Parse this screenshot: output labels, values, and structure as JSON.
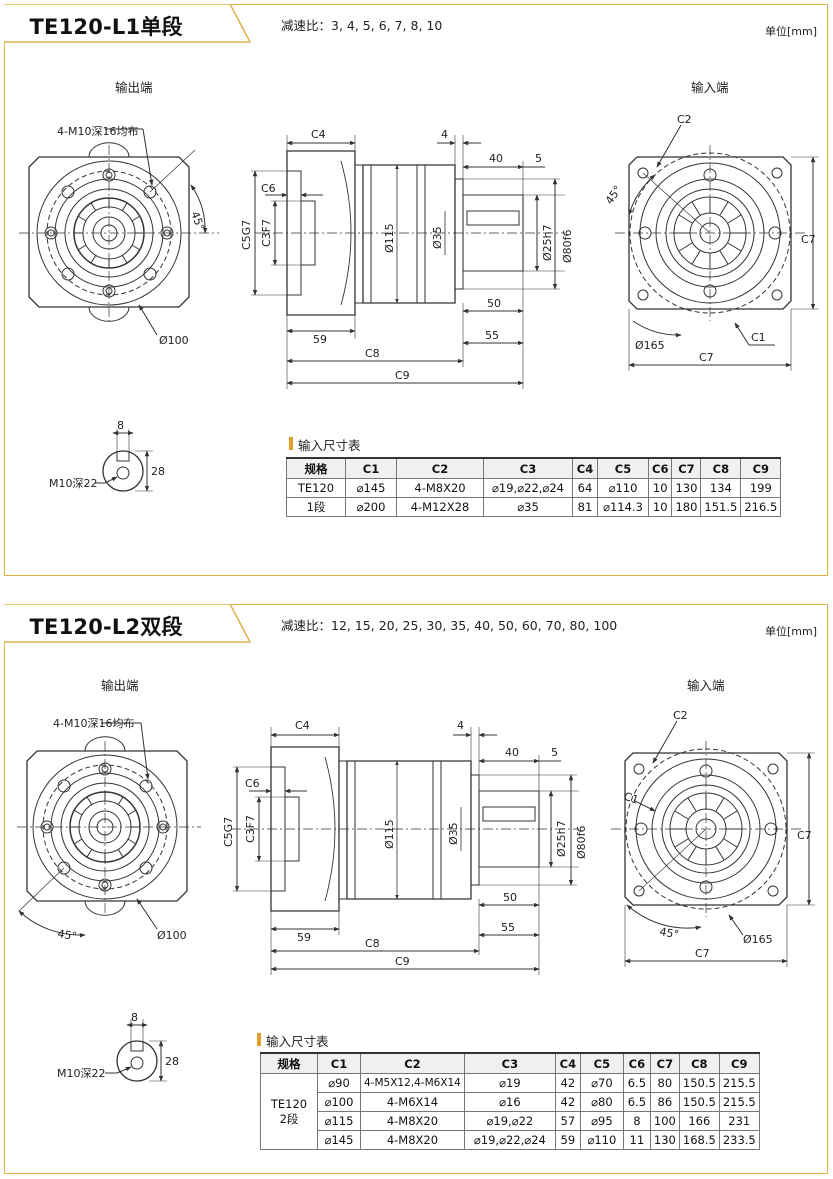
{
  "sections": [
    {
      "title": "TE120-L1单段",
      "ratio": "减速比：3, 4, 5, 6, 7, 8, 10",
      "unit": "单位[mm]",
      "output_label": "输出端",
      "input_label": "输入端",
      "labels": {
        "thread": "4-M10深16均布",
        "angle": "45°",
        "pcd": "Ø100",
        "c4": "C4",
        "c6": "C6",
        "c5": "C5G7",
        "c3": "C3F7",
        "d115": "Ø115",
        "d35": "Ø35",
        "d25": "Ø25h7",
        "d80": "Ø80f6",
        "dim4": "4",
        "dim40": "40",
        "dim5": "5",
        "dim50": "50",
        "dim59": "59",
        "dim55": "55",
        "c8": "C8",
        "c9": "C9",
        "c2": "C2",
        "c7": "C7",
        "c1": "C1",
        "d165": "Ø165",
        "key_w": "8",
        "key_h": "28",
        "key_thread": "M10深22"
      },
      "table_title": "输入尺寸表",
      "headers": [
        "规格",
        "C1",
        "C2",
        "C3",
        "C4",
        "C5",
        "C6",
        "C7",
        "C8",
        "C9"
      ],
      "rows": [
        [
          "TE120",
          "⌀145",
          "4-M8X20",
          "⌀19,⌀22,⌀24",
          "64",
          "⌀110",
          "10",
          "130",
          "134",
          "199"
        ],
        [
          "1段",
          "⌀200",
          "4-M12X28",
          "⌀35",
          "81",
          "⌀114.3",
          "10",
          "180",
          "151.5",
          "216.5"
        ]
      ]
    },
    {
      "title": "TE120-L2双段",
      "ratio": "减速比：12, 15, 20, 25, 30, 35, 40, 50, 60, 70, 80, 100",
      "unit": "单位[mm]",
      "output_label": "输出端",
      "input_label": "输入端",
      "labels": {
        "thread": "4-M10深16均布",
        "angle": "45°",
        "pcd": "Ø100",
        "c4": "C4",
        "c6": "C6",
        "c5": "C5G7",
        "c3": "C3F7",
        "d115": "Ø115",
        "d35": "Ø35",
        "d25": "Ø25h7",
        "d80": "Ø80f6",
        "dim4": "4",
        "dim40": "40",
        "dim5": "5",
        "dim50": "50",
        "dim59": "59",
        "dim55": "55",
        "c8": "C8",
        "c9": "C9",
        "c2": "C2",
        "c7": "C7",
        "c1": "C1",
        "d165": "Ø165",
        "key_w": "8",
        "key_h": "28",
        "key_thread": "M10深22"
      },
      "table_title": "输入尺寸表",
      "headers": [
        "规格",
        "C1",
        "C2",
        "C3",
        "C4",
        "C5",
        "C6",
        "C7",
        "C8",
        "C9"
      ],
      "model_cell": [
        "TE120",
        "2段"
      ],
      "rows": [
        [
          "⌀90",
          "4-M5X12,4-M6X14",
          "⌀19",
          "42",
          "⌀70",
          "6.5",
          "80",
          "150.5",
          "215.5"
        ],
        [
          "⌀100",
          "4-M6X14",
          "⌀16",
          "42",
          "⌀80",
          "6.5",
          "86",
          "150.5",
          "215.5"
        ],
        [
          "⌀115",
          "4-M8X20",
          "⌀19,⌀22",
          "57",
          "⌀95",
          "8",
          "100",
          "166",
          "231"
        ],
        [
          "⌀145",
          "4-M8X20",
          "⌀19,⌀22,⌀24",
          "59",
          "⌀110",
          "11",
          "130",
          "168.5",
          "233.5"
        ]
      ]
    }
  ]
}
